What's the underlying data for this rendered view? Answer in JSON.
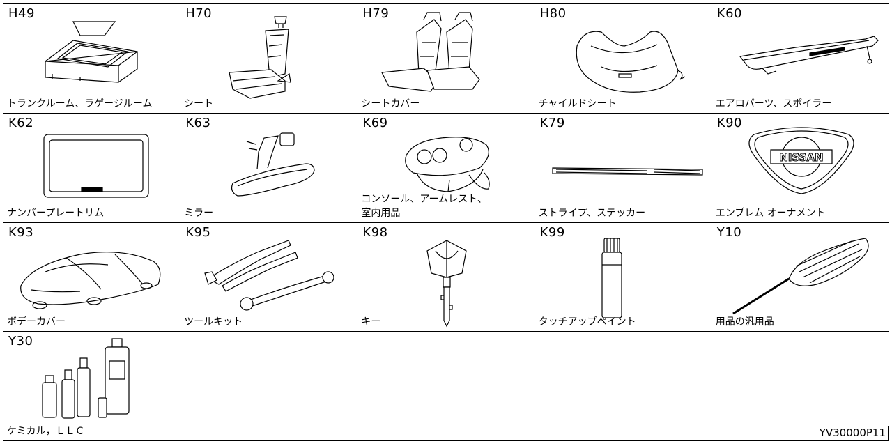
{
  "cells": [
    {
      "code": "H49",
      "label": "トランクルーム、ラゲージルーム",
      "icon": "trunk-mat-icon"
    },
    {
      "code": "H70",
      "label": "シート",
      "icon": "seat-icon"
    },
    {
      "code": "H79",
      "label": "シートカバー",
      "icon": "seat-cover-icon"
    },
    {
      "code": "H80",
      "label": "チャイルドシート",
      "icon": "child-seat-icon"
    },
    {
      "code": "K60",
      "label": "エアロパーツ、スポイラー",
      "icon": "spoiler-icon"
    },
    {
      "code": "K62",
      "label": "ナンバープレートリム",
      "icon": "number-plate-rim-icon"
    },
    {
      "code": "K63",
      "label": "ミラー",
      "icon": "mirror-icon"
    },
    {
      "code": "K69",
      "label": "コンソール、アームレスト、\n室内用品",
      "icon": "console-icon"
    },
    {
      "code": "K79",
      "label": "ストライプ、ステッカー",
      "icon": "stripe-icon"
    },
    {
      "code": "K90",
      "label": "エンブレム オーナメント",
      "icon": "emblem-icon",
      "emblem_text": "NISSAN"
    },
    {
      "code": "K93",
      "label": "ボデーカバー",
      "icon": "body-cover-icon"
    },
    {
      "code": "K95",
      "label": "ツールキット",
      "icon": "tool-kit-icon"
    },
    {
      "code": "K98",
      "label": "キー",
      "icon": "key-icon"
    },
    {
      "code": "K99",
      "label": "タッチアップペイント",
      "icon": "touch-up-paint-icon"
    },
    {
      "code": "Y10",
      "label": "用品の汎用品",
      "icon": "duster-icon"
    },
    {
      "code": "Y30",
      "label": "ケミカル，ＬＬＣ",
      "icon": "chemical-bottles-icon"
    },
    {
      "code": "",
      "label": "",
      "icon": ""
    },
    {
      "code": "",
      "label": "",
      "icon": ""
    },
    {
      "code": "",
      "label": "",
      "icon": ""
    },
    {
      "code": "",
      "label": "",
      "icon": ""
    }
  ],
  "reference": "YV30000P11"
}
